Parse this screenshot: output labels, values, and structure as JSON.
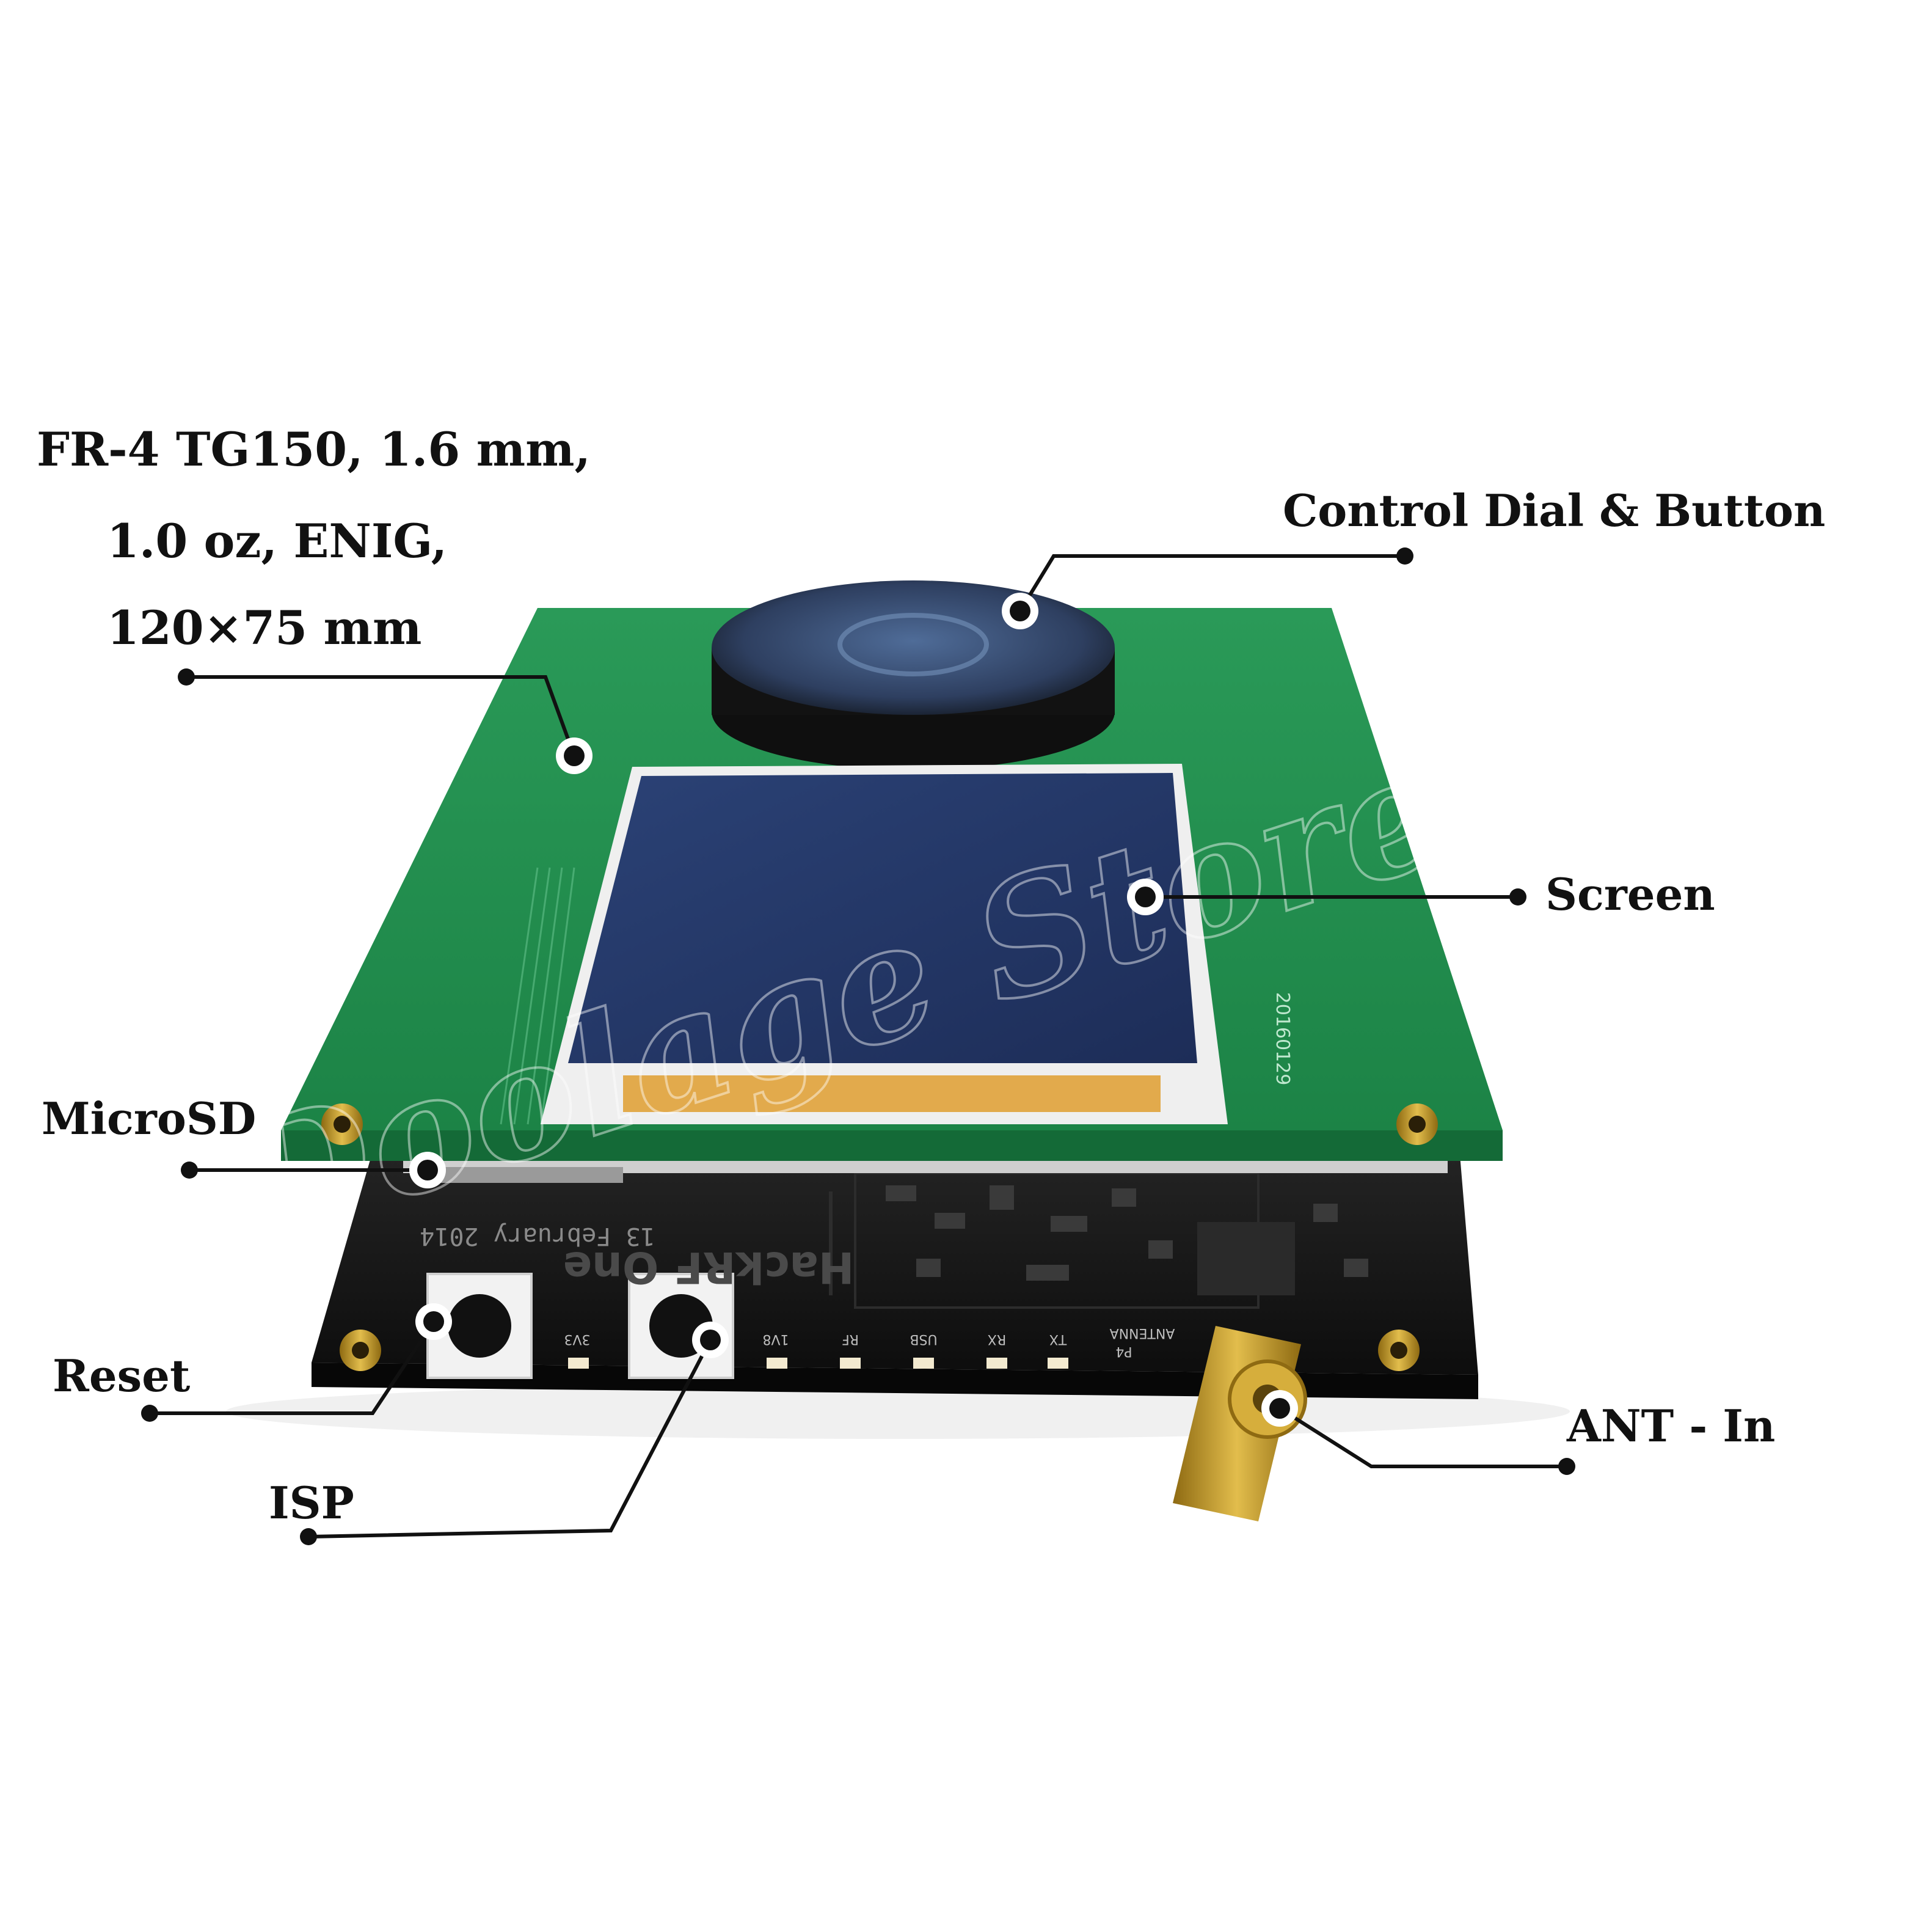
{
  "spec_lines": [
    "FR-4 TG150, 1.6 mm,",
    "1.0 oz, ENIG,",
    "120×75 mm"
  ],
  "callouts": {
    "control": "Control Dial & Button",
    "screen": "Screen",
    "microsd": "MicroSD",
    "reset": "Reset",
    "isp": "ISP",
    "ant": "ANT - In"
  },
  "pcb_text": {
    "date": "13 February 2014",
    "brand": "HackRF One",
    "silk_labels": [
      "3V3",
      "1V8",
      "RF",
      "USB",
      "RX",
      "TX"
    ],
    "antenna": "ANTENNA",
    "port": "P4",
    "board_code": "20160129"
  },
  "watermark": "Doolage Store",
  "colors": {
    "green_pcb": "#1f8f4e",
    "black_pcb": "#161616",
    "screen": "#25386b",
    "gold": "#c9a227",
    "leader": "#111111"
  }
}
